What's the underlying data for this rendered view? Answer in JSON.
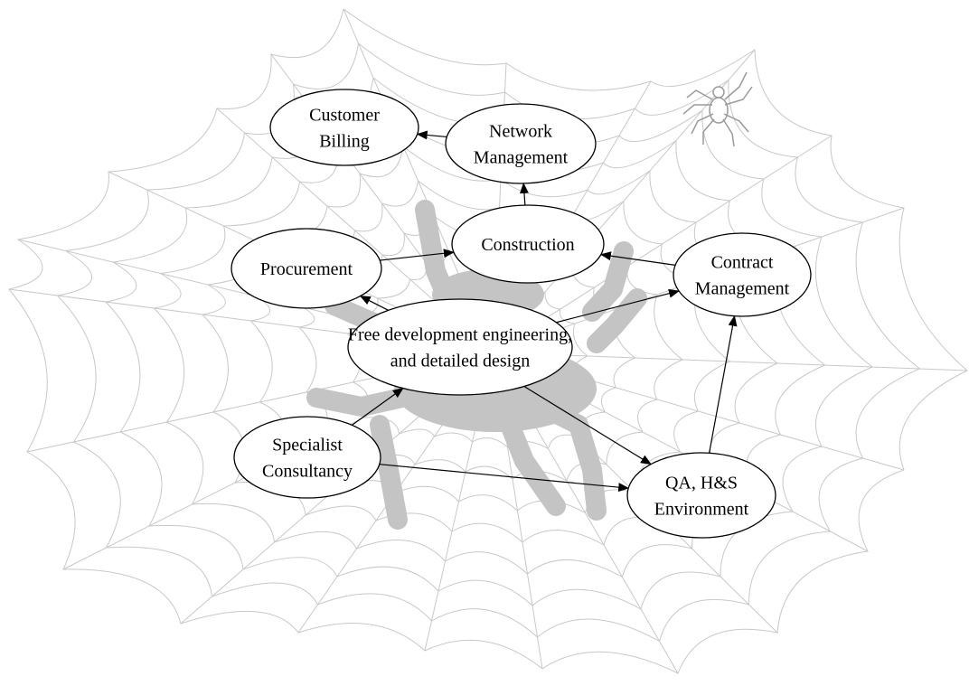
{
  "diagram": {
    "nodes": [
      {
        "id": "customer-billing",
        "lines": [
          "Customer",
          "Billing"
        ]
      },
      {
        "id": "network-management",
        "lines": [
          "Network",
          "Management"
        ]
      },
      {
        "id": "construction",
        "lines": [
          "Construction"
        ]
      },
      {
        "id": "procurement",
        "lines": [
          "Procurement"
        ]
      },
      {
        "id": "contract-management",
        "lines": [
          "Contract",
          "Management"
        ]
      },
      {
        "id": "free-development",
        "lines": [
          "Free development engineering,",
          "and detailed design"
        ]
      },
      {
        "id": "specialist-consultancy",
        "lines": [
          "Specialist",
          "Consultancy"
        ]
      },
      {
        "id": "qa-hs-environment",
        "lines": [
          "QA, H&S",
          "Environment"
        ]
      }
    ],
    "edges": [
      {
        "from": "network-management",
        "to": "customer-billing"
      },
      {
        "from": "construction",
        "to": "network-management"
      },
      {
        "from": "procurement",
        "to": "construction"
      },
      {
        "from": "contract-management",
        "to": "construction"
      },
      {
        "from": "free-development",
        "to": "procurement"
      },
      {
        "from": "free-development",
        "to": "contract-management"
      },
      {
        "from": "free-development",
        "to": "qa-hs-environment"
      },
      {
        "from": "specialist-consultancy",
        "to": "free-development"
      },
      {
        "from": "specialist-consultancy",
        "to": "qa-hs-environment"
      },
      {
        "from": "qa-hs-environment",
        "to": "contract-management"
      }
    ],
    "colors": {
      "web": "#c8c8c8",
      "spider": "#c4c4c4",
      "node_stroke": "#000000",
      "node_fill": "#ffffff",
      "edge": "#000000"
    }
  }
}
